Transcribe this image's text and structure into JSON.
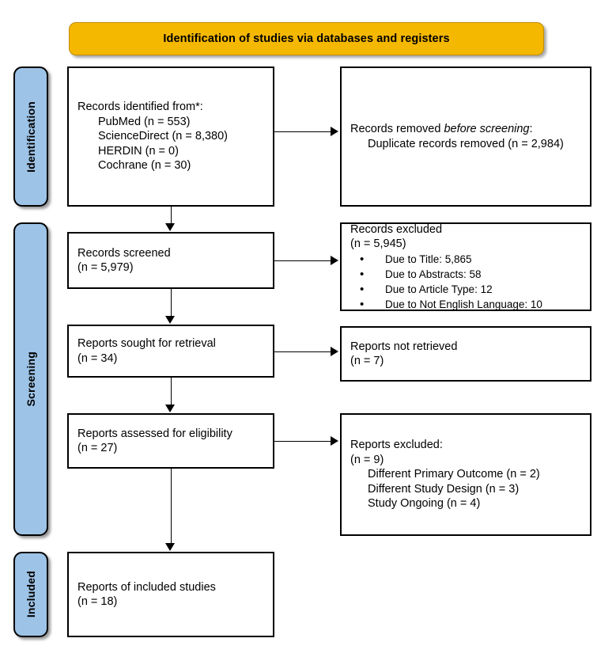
{
  "title": {
    "text": "Identification of studies via databases and registers",
    "fill_color": "#F5B800",
    "border_color": "#C08A00"
  },
  "stages": {
    "identification": "Identification",
    "screening": "Screening",
    "included": "Included",
    "fill_color": "#9DC3E6"
  },
  "boxes": {
    "identified": {
      "heading": "Records identified from*:",
      "sources": [
        "PubMed (n = 553)",
        "ScienceDirect (n = 8,380)",
        "HERDIN (n = 0)",
        "Cochrane (n = 30)"
      ]
    },
    "removed": {
      "heading_prefix": "Records removed ",
      "heading_italic": "before screening",
      "heading_suffix": ":",
      "detail": "Duplicate records removed  (n = 2,984)"
    },
    "screened": {
      "label": "Records screened",
      "count": "(n = 5,979)"
    },
    "records_excluded": {
      "label": "Records excluded",
      "count": "(n = 5,945)",
      "reasons": [
        "Due to Title: 5,865",
        "Due to Abstracts: 58",
        "Due to Article Type: 12",
        "Due to Not English Language: 10"
      ]
    },
    "sought": {
      "label": "Reports sought for retrieval",
      "count": "(n = 34)"
    },
    "not_retrieved": {
      "label": "Reports not retrieved",
      "count": "(n = 7)"
    },
    "assessed": {
      "label": "Reports assessed for eligibility",
      "count": "(n = 27)"
    },
    "reports_excluded": {
      "label": "Reports excluded:",
      "count": "(n = 9)",
      "reasons": [
        "Different Primary Outcome (n = 2)",
        "Different Study Design (n = 3)",
        "Study Ongoing (n = 4)"
      ]
    },
    "included": {
      "label": "Reports of included studies",
      "count": "(n = 18)"
    }
  }
}
